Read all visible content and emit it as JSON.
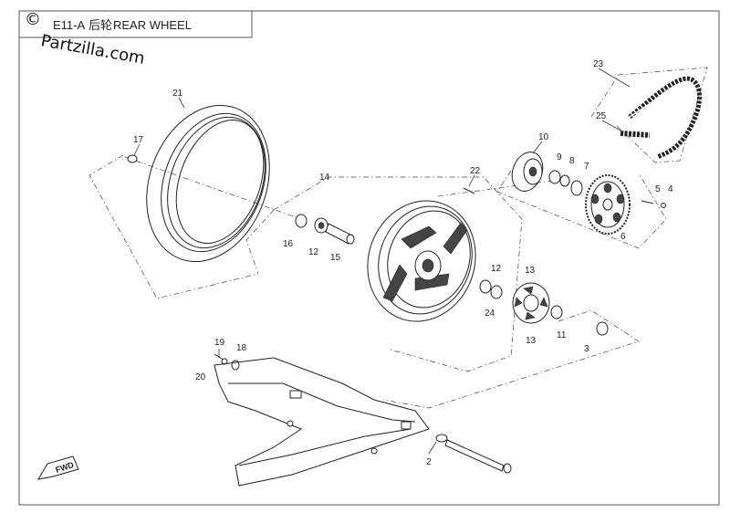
{
  "header": {
    "code": "E11-A",
    "cn_title": "后轮",
    "en_title": "REAR WHEEL",
    "copyright_symbol": "©"
  },
  "watermark": {
    "text": "Partzilla.com"
  },
  "fwd_label": "FWD",
  "callouts": [
    {
      "id": "c21",
      "label": "21"
    },
    {
      "id": "c17",
      "label": "17"
    },
    {
      "id": "c14",
      "label": "14"
    },
    {
      "id": "c16",
      "label": "16"
    },
    {
      "id": "c12a",
      "label": "12"
    },
    {
      "id": "c15",
      "label": "15"
    },
    {
      "id": "c22",
      "label": "22"
    },
    {
      "id": "c10",
      "label": "10"
    },
    {
      "id": "c9",
      "label": "9"
    },
    {
      "id": "c8",
      "label": "8"
    },
    {
      "id": "c7",
      "label": "7"
    },
    {
      "id": "c5",
      "label": "5"
    },
    {
      "id": "c4",
      "label": "4"
    },
    {
      "id": "c6",
      "label": "6"
    },
    {
      "id": "c23",
      "label": "23"
    },
    {
      "id": "c25",
      "label": "25"
    },
    {
      "id": "c12b",
      "label": "12"
    },
    {
      "id": "c13a",
      "label": "13"
    },
    {
      "id": "c24",
      "label": "24"
    },
    {
      "id": "c11",
      "label": "11"
    },
    {
      "id": "c13b",
      "label": "13"
    },
    {
      "id": "c3",
      "label": "3"
    },
    {
      "id": "c19",
      "label": "19"
    },
    {
      "id": "c18",
      "label": "18"
    },
    {
      "id": "c20",
      "label": "20"
    },
    {
      "id": "c2",
      "label": "2"
    }
  ]
}
